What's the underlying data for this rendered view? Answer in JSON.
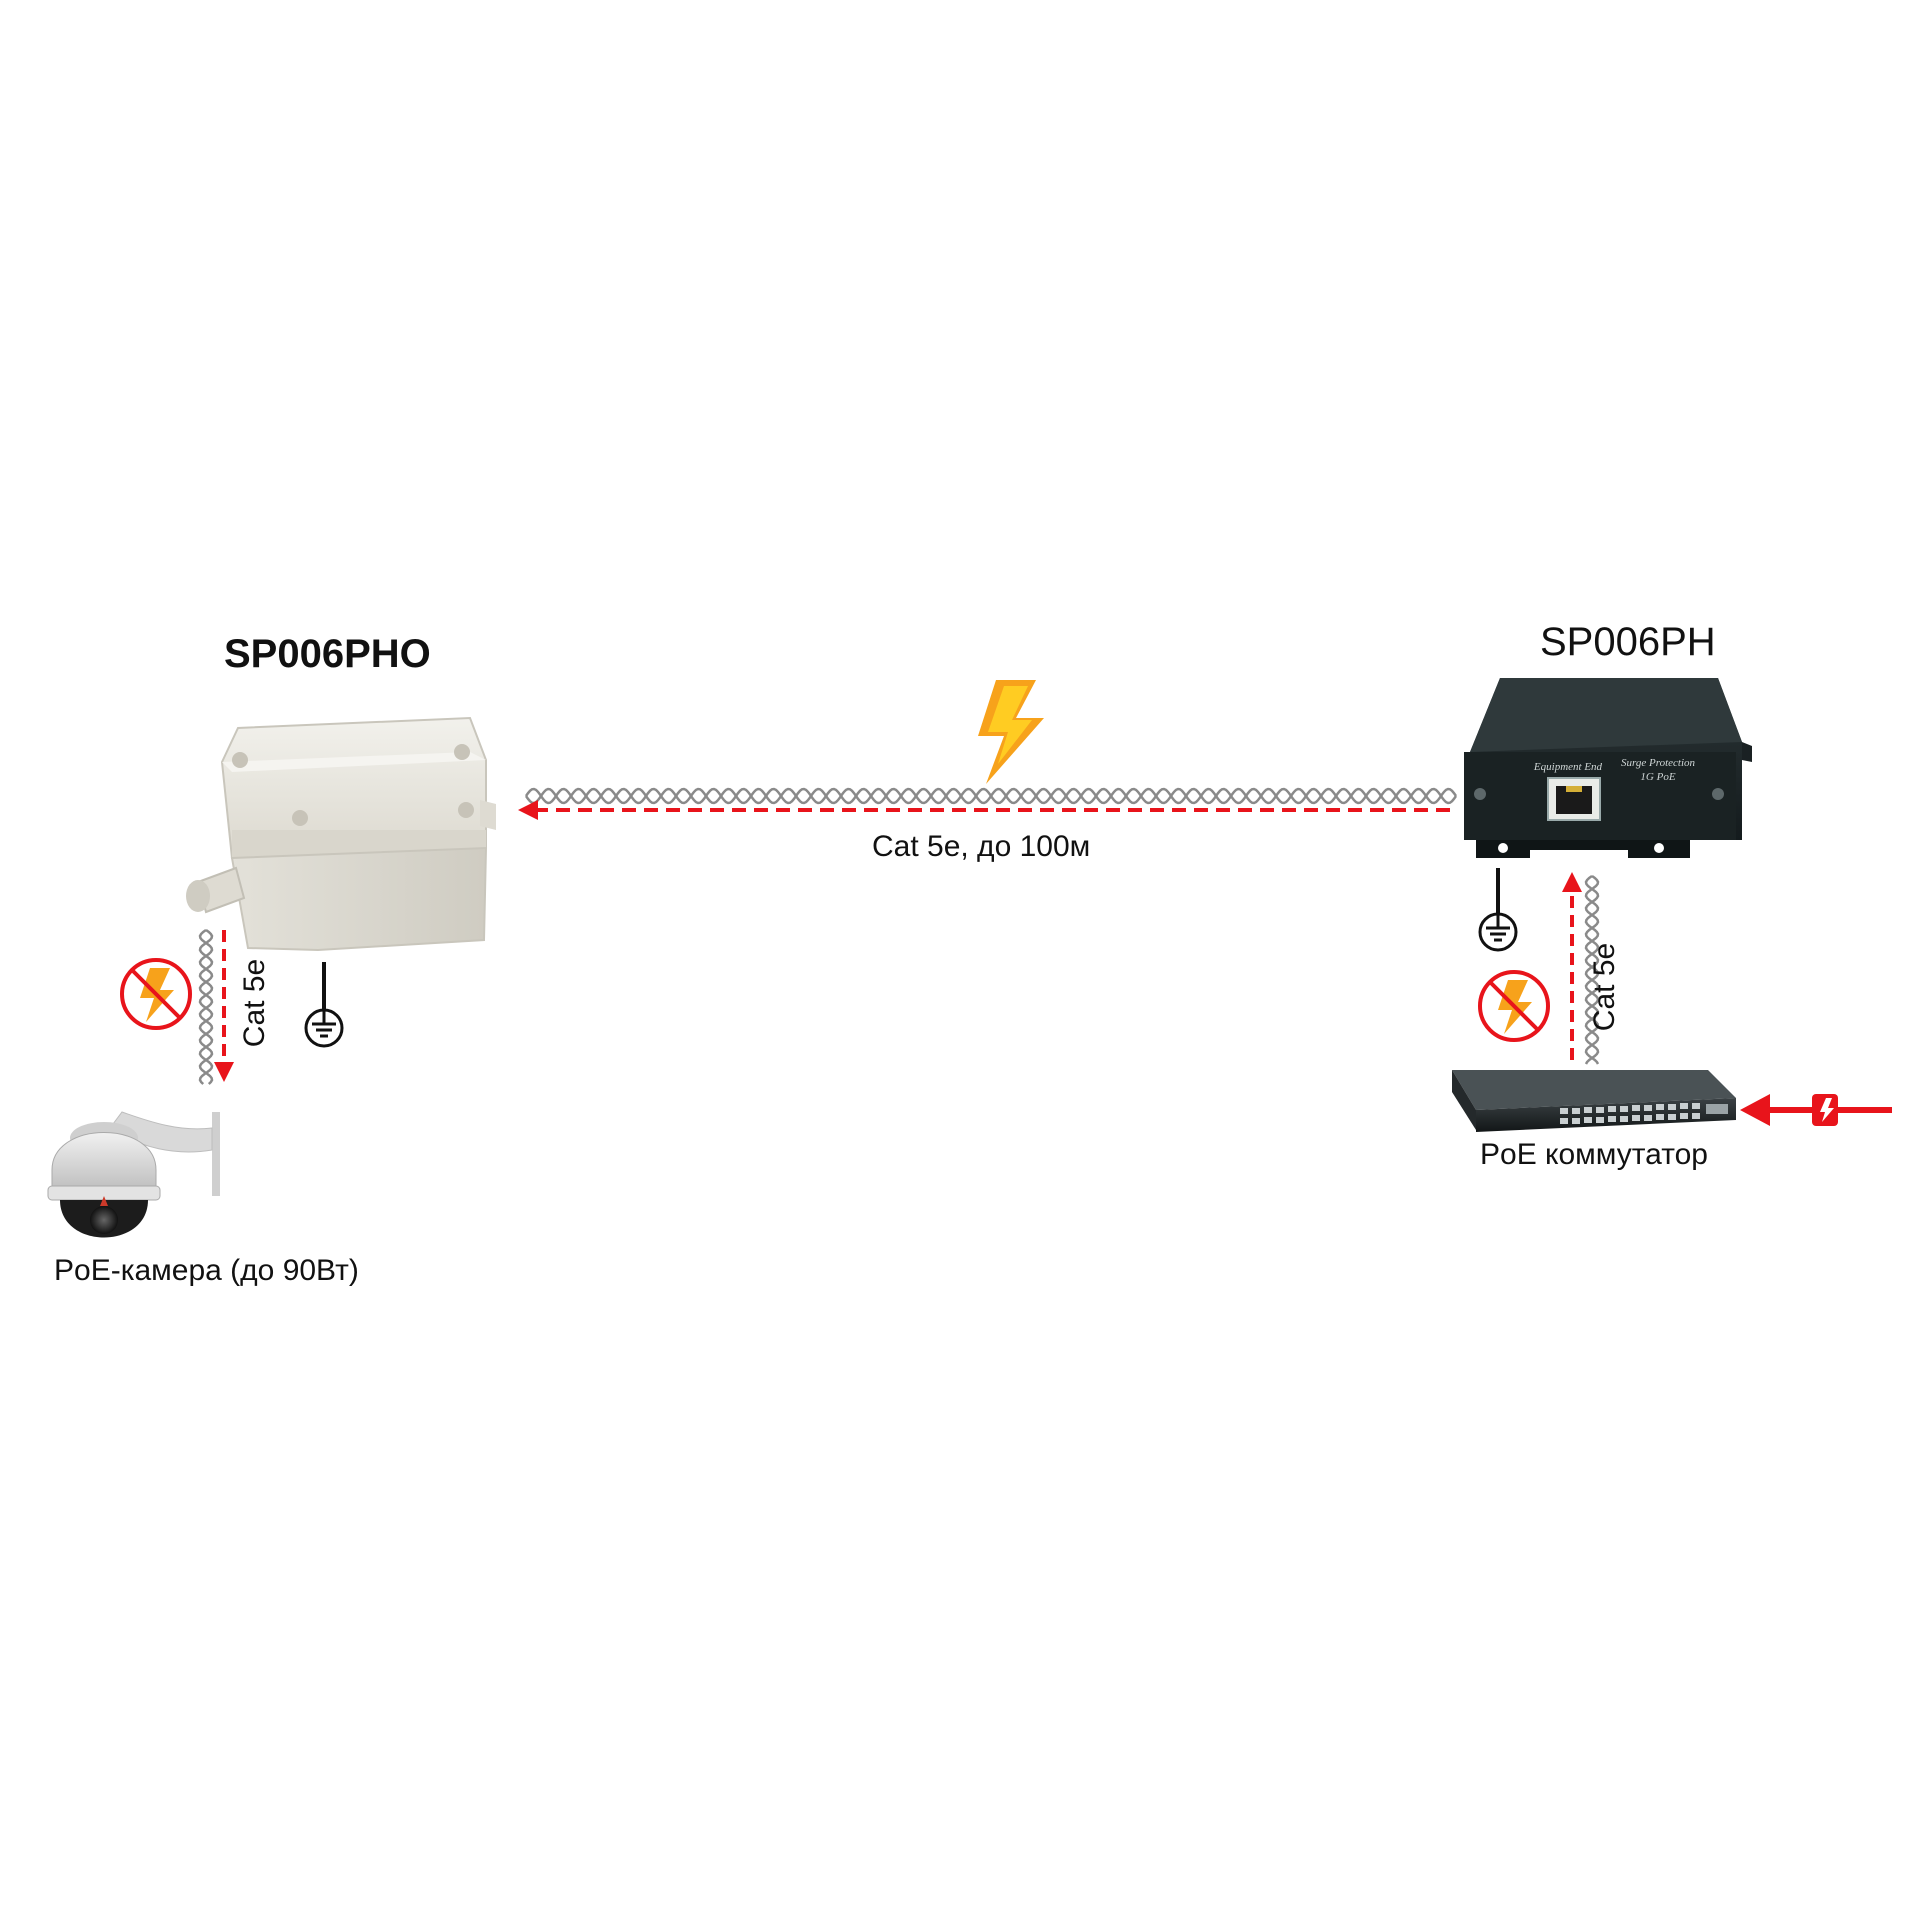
{
  "left_device": {
    "title": "SP006PHO"
  },
  "right_device": {
    "title": "SP006PH",
    "panel_labels": [
      "Equipment End",
      "Surge Protection",
      "1G PoE"
    ]
  },
  "main_cable": {
    "label": "Cat 5e, до 100м"
  },
  "left_drop_cable": {
    "label": "Cat 5e"
  },
  "right_drop_cable": {
    "label": "Cat 5e"
  },
  "camera": {
    "label": "PoE-камера (до 90Вт)"
  },
  "switch": {
    "label": "PoE коммутатор"
  },
  "colors": {
    "arrow_red": "#e8141b",
    "bolt_orange": "#f7a21b",
    "bolt_yellow": "#ffcc22",
    "enclosure_light": "#e9e7df",
    "device_dark": "#1d2628",
    "cable_gray": "#8a8a8a"
  },
  "icons": [
    "lightning-bolt-icon",
    "no-surge-icon",
    "ground-symbol-icon",
    "surge-source-icon"
  ]
}
